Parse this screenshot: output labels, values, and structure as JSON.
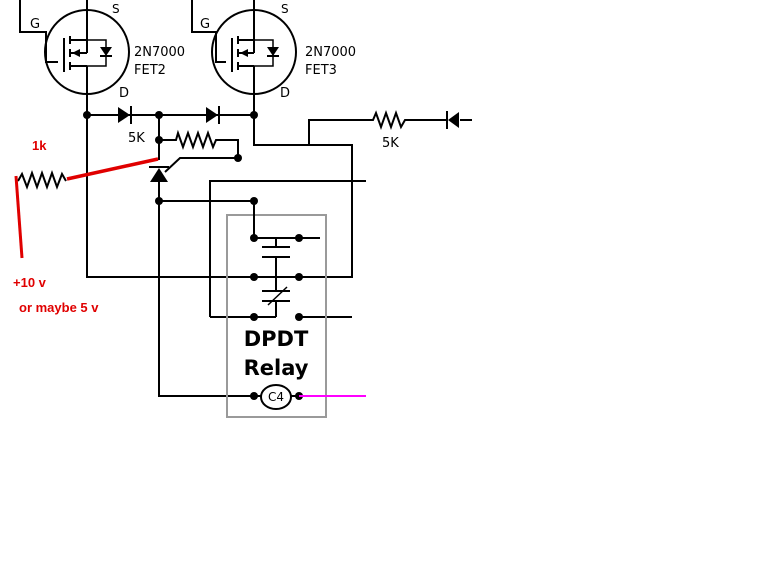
{
  "colors": {
    "wire": "#000000",
    "annotation": "#e00000",
    "relay_box": "#9a9a9a",
    "coil_output": "#ff00ff",
    "background": "#ffffff"
  },
  "fet_left": {
    "gate": "G",
    "source": "S",
    "drain": "D",
    "part": "2N7000",
    "name": "FET2"
  },
  "fet_right": {
    "gate": "G",
    "source": "S",
    "drain": "D",
    "part": "2N7000",
    "name": "FET3"
  },
  "resistors": {
    "top": "5K",
    "right": "5K",
    "left": "1k"
  },
  "relay": {
    "line1": "DPDT",
    "line2": "Relay",
    "coil": "C4"
  },
  "annotations": {
    "voltage": "+10 v",
    "alternative": "or maybe 5 v"
  }
}
